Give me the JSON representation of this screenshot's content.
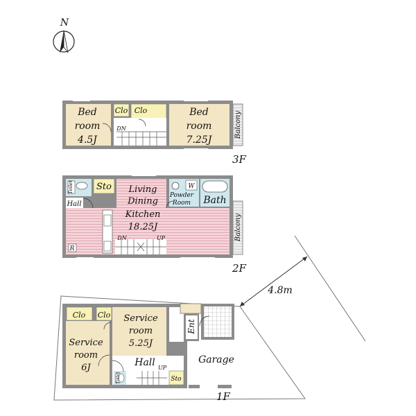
{
  "compass": {
    "north_label": "N"
  },
  "floors": {
    "f3": {
      "label": "3F",
      "rooms": {
        "bed1": {
          "name_line1": "Bed",
          "name_line2": "room",
          "size": "4.5J"
        },
        "clo1": {
          "name": "Clo"
        },
        "clo2": {
          "name": "Clo"
        },
        "bed2": {
          "name_line1": "Bed",
          "name_line2": "room",
          "size": "7.25J"
        },
        "balcony": {
          "name": "Balcony"
        },
        "stair": {
          "direction": "DN"
        }
      }
    },
    "f2": {
      "label": "2F",
      "rooms": {
        "toilet": {
          "name": "Toilet"
        },
        "sto": {
          "name": "Sto"
        },
        "hall": {
          "name": "Hall"
        },
        "ldk": {
          "line1": "Living",
          "line2": "Dining",
          "line3": "Kitchen",
          "size": "18.25J"
        },
        "powder": {
          "line1": "Powder",
          "line2": "Room",
          "w": "W"
        },
        "bath": {
          "name": "Bath"
        },
        "balcony": {
          "name": "Balcony"
        },
        "fridge": {
          "name": "R"
        },
        "stair": {
          "dn": "DN",
          "up": "UP"
        }
      }
    },
    "f1": {
      "label": "1F",
      "rooms": {
        "clo1": {
          "name": "Clo"
        },
        "clo2": {
          "name": "Clo"
        },
        "service1": {
          "line1": "Service",
          "line2": "room",
          "size": "6J"
        },
        "service2": {
          "line1": "Service",
          "line2": "room",
          "size": "5.25J"
        },
        "hall": {
          "name": "Hall"
        },
        "toilet": {
          "name": "Toilet"
        },
        "sto": {
          "name": "Sto"
        },
        "ent": {
          "name": "Ent"
        },
        "garage": {
          "name": "Garage"
        },
        "stair": {
          "up": "UP"
        }
      },
      "road_width": "4.8m"
    }
  },
  "colors": {
    "floor_wood": "#f3e6c4",
    "floor_pink": "#f2c9cf",
    "floor_blue": "#cfe7ef",
    "closet_yellow": "#f8f2b6",
    "wall": "#8c8c8c",
    "wall_dark": "#555555"
  }
}
